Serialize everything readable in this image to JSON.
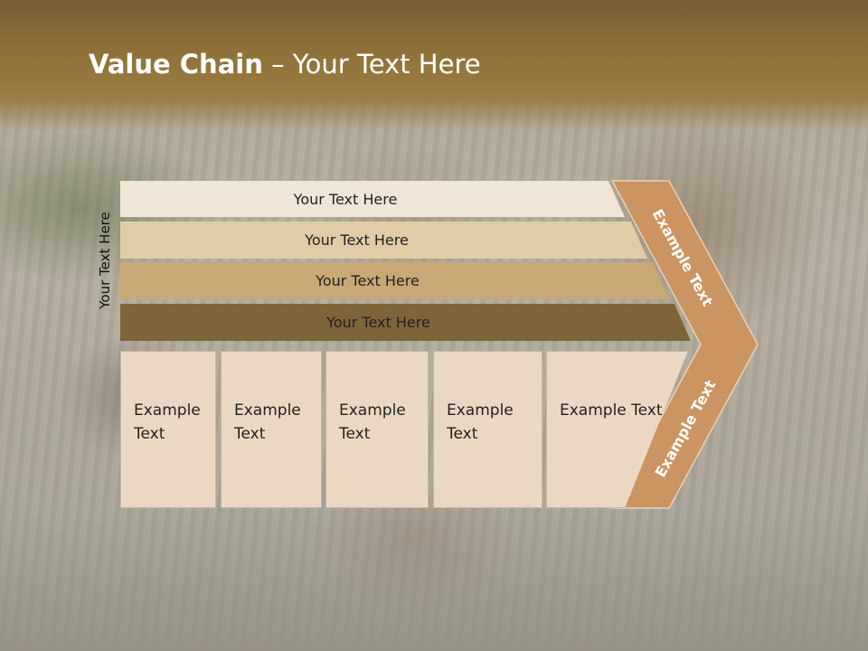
{
  "slide": {
    "title_bold": "Value Chain",
    "title_rest": " – Your Text Here",
    "vertical_label": "Your Text Here"
  },
  "bars": [
    {
      "label": "Your Text Here",
      "color": "#efe6d8"
    },
    {
      "label": "Your Text Here",
      "color": "#dfcda7"
    },
    {
      "label": "Your Text Here",
      "color": "#c8a975"
    },
    {
      "label": "Your Text Here",
      "color": "#7e6439"
    }
  ],
  "chevron": {
    "top_label": "Example Text",
    "bottom_label": "Example Text",
    "color": "#cb9460"
  },
  "boxes": [
    {
      "label": "Example Text"
    },
    {
      "label": "Example Text"
    },
    {
      "label": "Example Text"
    },
    {
      "label": "Example Text"
    },
    {
      "label": "Example Text"
    }
  ]
}
